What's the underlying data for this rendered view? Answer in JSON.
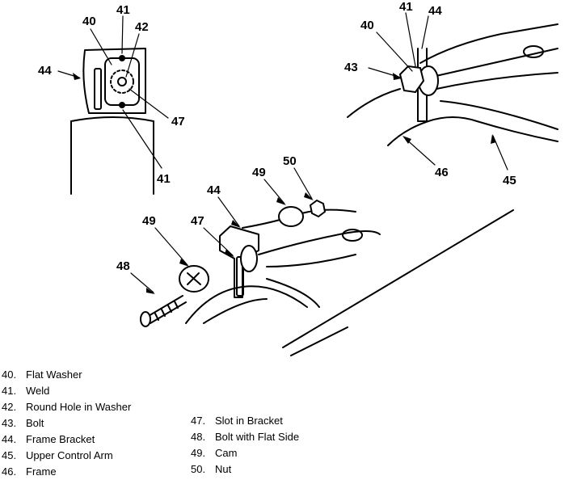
{
  "callouts": {
    "inset": {
      "c40": "40",
      "c41_top": "41",
      "c42": "42",
      "c44": "44",
      "c47": "47",
      "c41_bottom": "41"
    },
    "top_right": {
      "c40": "40",
      "c41": "41",
      "c44": "44",
      "c43": "43",
      "c46": "46",
      "c45": "45"
    },
    "main": {
      "c49_right": "49",
      "c50": "50",
      "c44": "44",
      "c49_left": "49",
      "c47": "47",
      "c48": "48"
    }
  },
  "legend_left": [
    {
      "num": "40.",
      "label": "Flat Washer"
    },
    {
      "num": "41.",
      "label": "Weld"
    },
    {
      "num": "42.",
      "label": "Round Hole in Washer"
    },
    {
      "num": "43.",
      "label": "Bolt"
    },
    {
      "num": "44.",
      "label": "Frame Bracket"
    },
    {
      "num": "45.",
      "label": "Upper Control Arm"
    },
    {
      "num": "46.",
      "label": "Frame"
    }
  ],
  "legend_right": [
    {
      "num": "47.",
      "label": "Slot in Bracket"
    },
    {
      "num": "48.",
      "label": "Bolt with Flat Side"
    },
    {
      "num": "49.",
      "label": "Cam"
    },
    {
      "num": "50.",
      "label": "Nut"
    }
  ]
}
